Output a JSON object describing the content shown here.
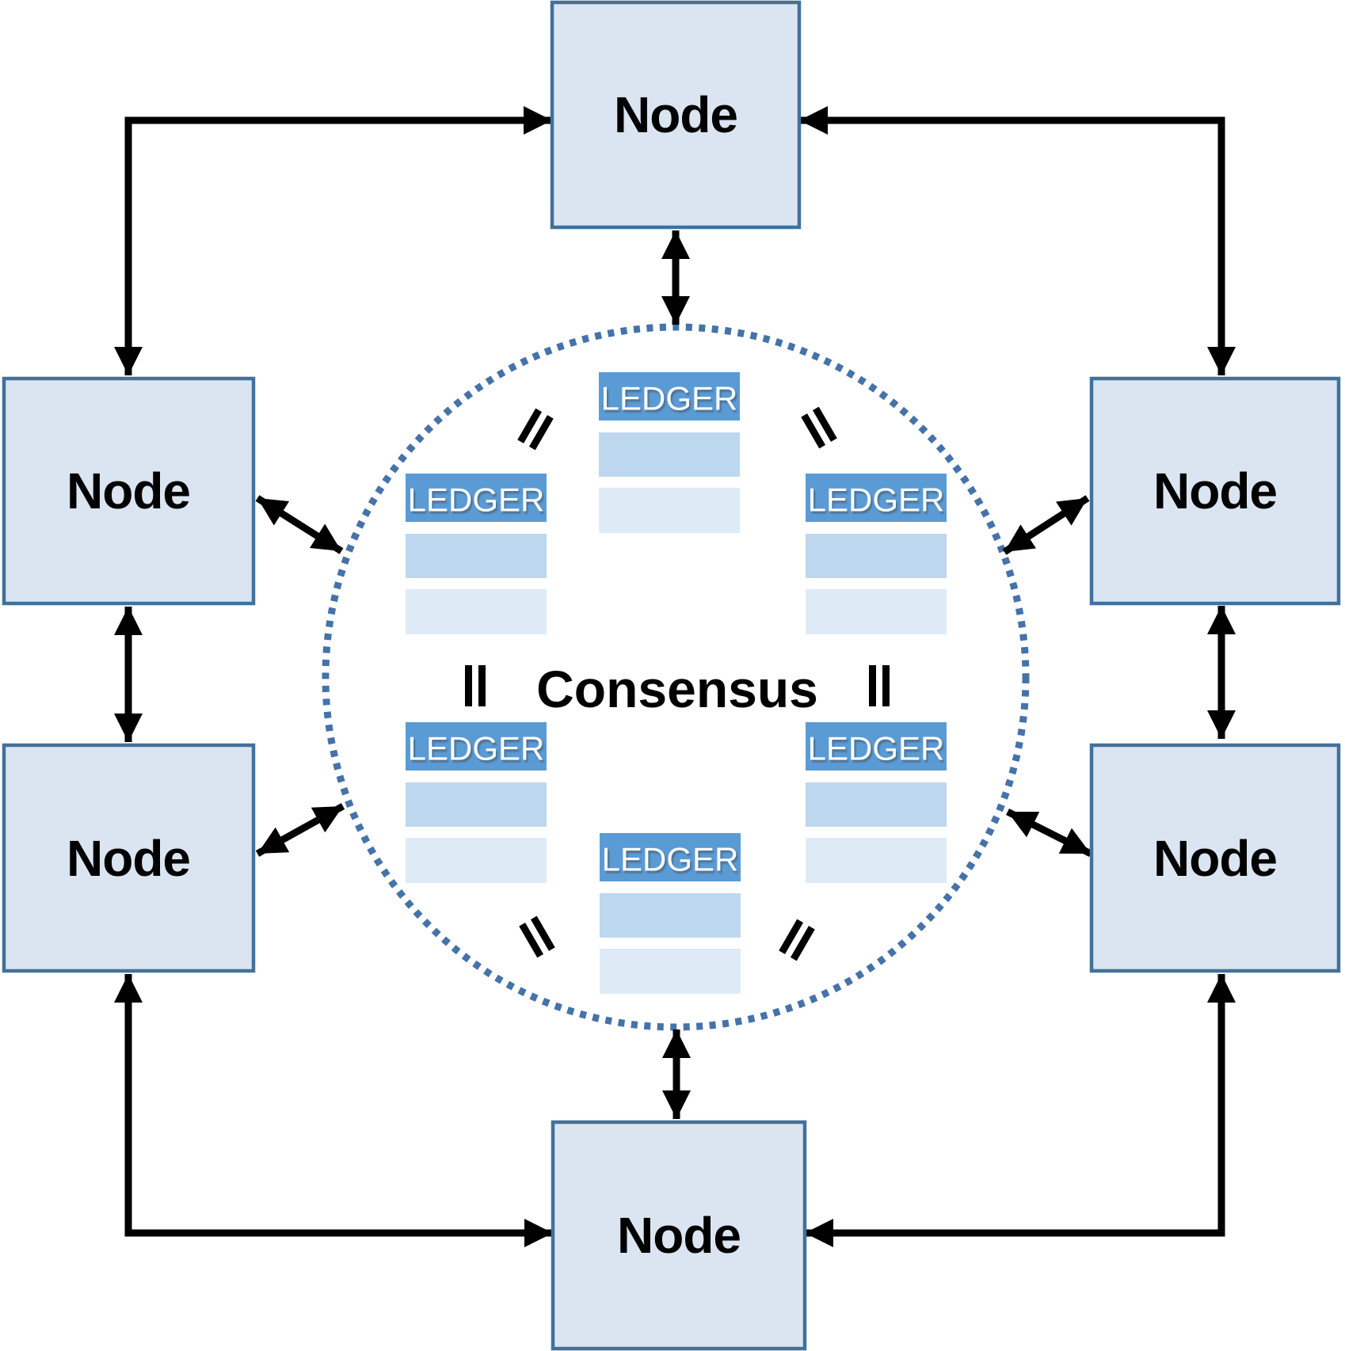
{
  "nodes": [
    {
      "id": "top",
      "label": "Node"
    },
    {
      "id": "left-top",
      "label": "Node"
    },
    {
      "id": "right-top",
      "label": "Node"
    },
    {
      "id": "left-bottom",
      "label": "Node"
    },
    {
      "id": "right-bottom",
      "label": "Node"
    },
    {
      "id": "bottom",
      "label": "Node"
    }
  ],
  "consensus": {
    "label": "Consensus"
  },
  "ledgers": [
    {
      "id": "top",
      "label": "LEDGER"
    },
    {
      "id": "upper-left",
      "label": "LEDGER"
    },
    {
      "id": "upper-right",
      "label": "LEDGER"
    },
    {
      "id": "lower-left",
      "label": "LEDGER"
    },
    {
      "id": "lower-right",
      "label": "LEDGER"
    },
    {
      "id": "bottom",
      "label": "LEDGER"
    }
  ],
  "equals_icon": {
    "glyph": "=",
    "count": 6
  },
  "colors": {
    "background": "#ffffff",
    "node_fill": "#dbe5f1",
    "node_border": "#41719c",
    "ledger_header": "#5b9bd5",
    "ledger_row_medium": "#bdd7ee",
    "ledger_row_light": "#deebf7",
    "ledger_text": "#ffffff",
    "circle_dotted": "#4573a9",
    "arrow": "#000000",
    "text": "#000000"
  }
}
